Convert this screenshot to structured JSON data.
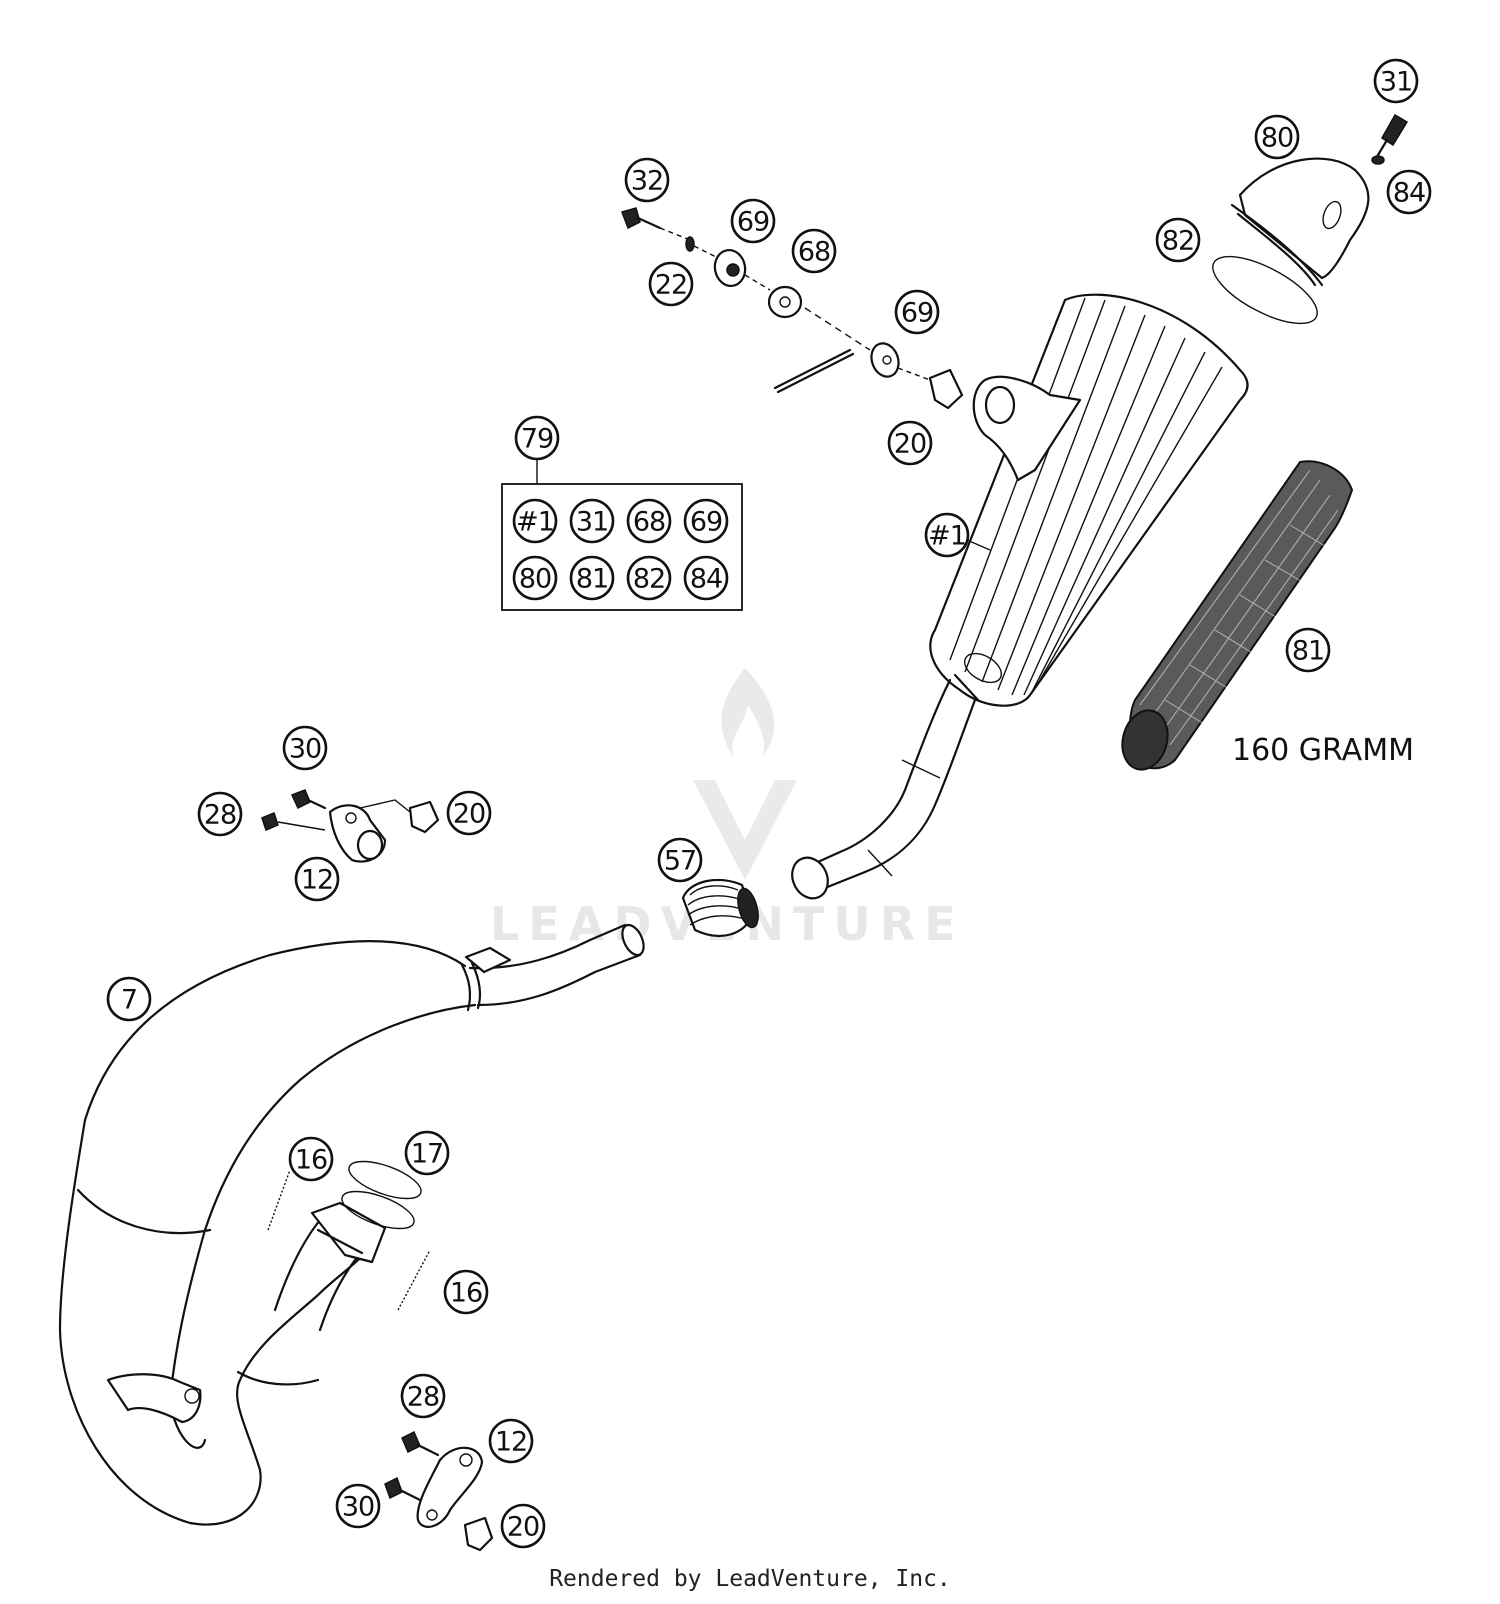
{
  "callouts": {
    "c31_top": "31",
    "c80": "80",
    "c84": "84",
    "c82": "82",
    "c32": "32",
    "c69_top": "69",
    "c68": "68",
    "c22": "22",
    "c69_mid": "69",
    "c20_top": "20",
    "c79": "79",
    "c1_muffler": "#1",
    "c81": "81",
    "c30_top": "30",
    "c28_top": "28",
    "c20_mid": "20",
    "c12_top": "12",
    "c57": "57",
    "c7": "7",
    "c16_left": "16",
    "c17": "17",
    "c16_right": "16",
    "c28_bot": "28",
    "c12_bot": "12",
    "c30_bot": "30",
    "c20_bot": "20"
  },
  "kit_box": {
    "row1": [
      "#1",
      "31",
      "68",
      "69"
    ],
    "row2": [
      "80",
      "81",
      "82",
      "84"
    ]
  },
  "note_160": "160 GRAMM",
  "watermark": "LEADVENTURE",
  "footer": "Rendered by LeadVenture, Inc."
}
